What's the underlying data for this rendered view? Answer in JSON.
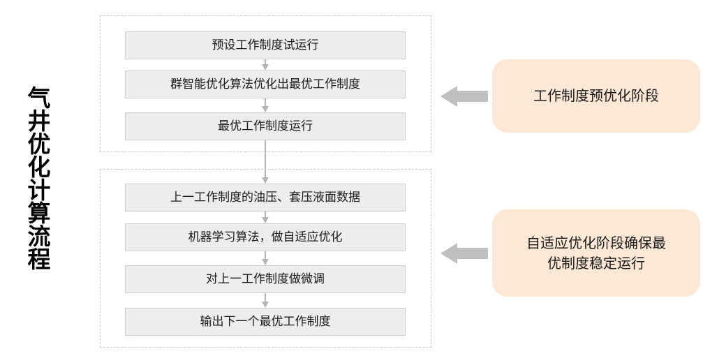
{
  "diagram": {
    "vertical_title": "气井优化计算流程",
    "groups": [
      {
        "id": "pre-optimization",
        "steps": [
          {
            "label": "预设工作制度试运行"
          },
          {
            "label": "群智能优化算法优化出最优工作制度"
          },
          {
            "label": "最优工作制度运行"
          }
        ]
      },
      {
        "id": "adaptive-optimization",
        "steps": [
          {
            "label": "上一工作制度的油压、套压液面数据"
          },
          {
            "label": "机器学习算法，做自适应优化"
          },
          {
            "label": "对上一工作制度做微调"
          },
          {
            "label": "输出下一个最优工作制度"
          }
        ]
      }
    ],
    "callouts": [
      {
        "id": "pre-phase",
        "label": "工作制度预优化阶段"
      },
      {
        "id": "adaptive-phase",
        "line1": "自适应优化阶段确保最",
        "line2": "优制度稳定运行"
      }
    ],
    "colors": {
      "step_fill": "#EDEDED",
      "step_border": "#CFCFCF",
      "group_border": "#C9C9C9",
      "callout_fill": "#FCE8D5",
      "arrow_gray": "#BFBFBF",
      "connector_gray": "#B5B5B5",
      "text": "#1A1A1A"
    }
  }
}
